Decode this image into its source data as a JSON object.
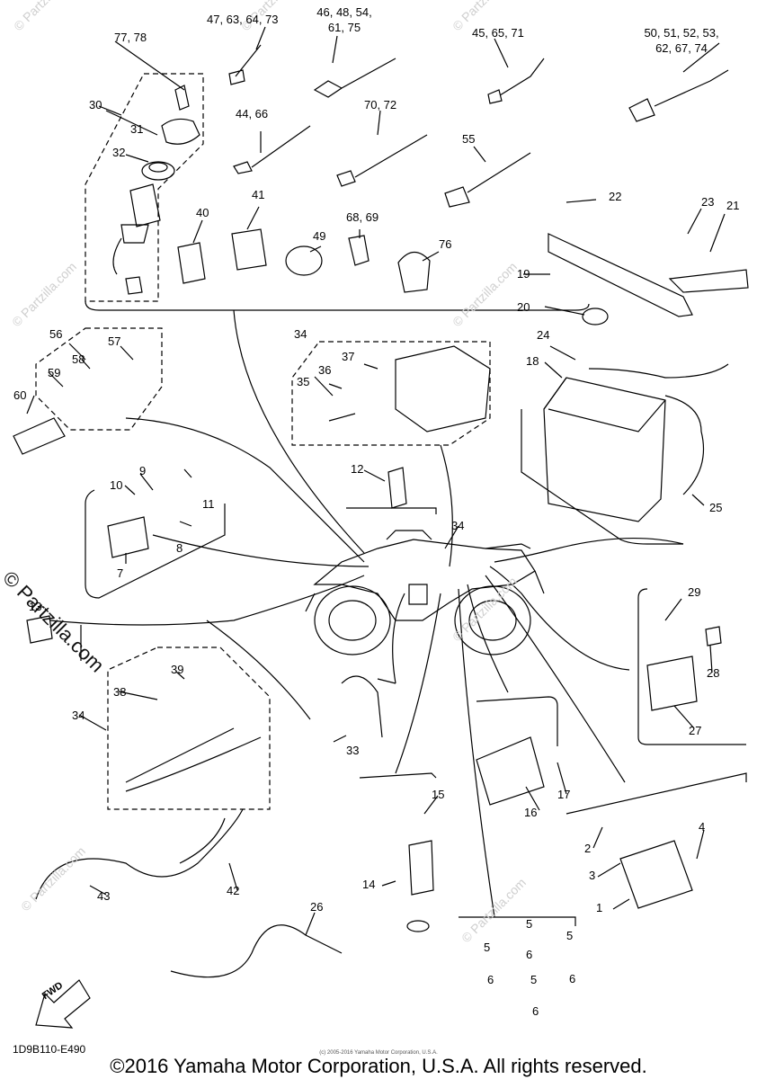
{
  "watermarks": {
    "site": "© Partzilla.com",
    "site_short": "© partzilla.com",
    "big": "© Partzilla.com"
  },
  "labels": {
    "p1": "1",
    "p2": "2",
    "p3": "3",
    "p4": "4",
    "p5": "5",
    "p6": "6",
    "p7": "7",
    "p8": "8",
    "p9": "9",
    "p10": "10",
    "p11": "11",
    "p12": "12",
    "p13": "13",
    "p14": "14",
    "p15": "15",
    "p16": "16",
    "p17": "17",
    "p18": "18",
    "p19": "19",
    "p20": "20",
    "p21": "21",
    "p22": "22",
    "p23": "23",
    "p24": "24",
    "p25": "25",
    "p26": "26",
    "p27": "27",
    "p28": "28",
    "p29": "29",
    "p30": "30",
    "p31": "31",
    "p32": "32",
    "p33": "33",
    "p34": "34",
    "p35": "35",
    "p36": "36",
    "p37": "37",
    "p38": "38",
    "p39": "39",
    "p40": "40",
    "p41": "41",
    "p42": "42",
    "p43": "43",
    "p49": "49",
    "p55": "55",
    "p56": "56",
    "p57": "57",
    "p58": "58",
    "p59": "59",
    "p60": "60",
    "p76": "76",
    "g47": "47, 63, 64, 73",
    "g46a": "46, 48, 54,",
    "g46b": "61, 75",
    "g45": "45, 65, 71",
    "g50a": "50, 51, 52, 53,",
    "g50b": "62, 67, 74",
    "g77": "77, 78",
    "g44": "44, 66",
    "g70": "70, 72",
    "g68": "68, 69"
  },
  "fwd": "FWD",
  "diagram_code": "1D9B110-E490",
  "tiny_copyright": "(c) 2005-2016 Yamaha Motor Corporation, U.S.A.",
  "copyright": "©2016 Yamaha Motor Corporation, U.S.A. All rights reserved."
}
